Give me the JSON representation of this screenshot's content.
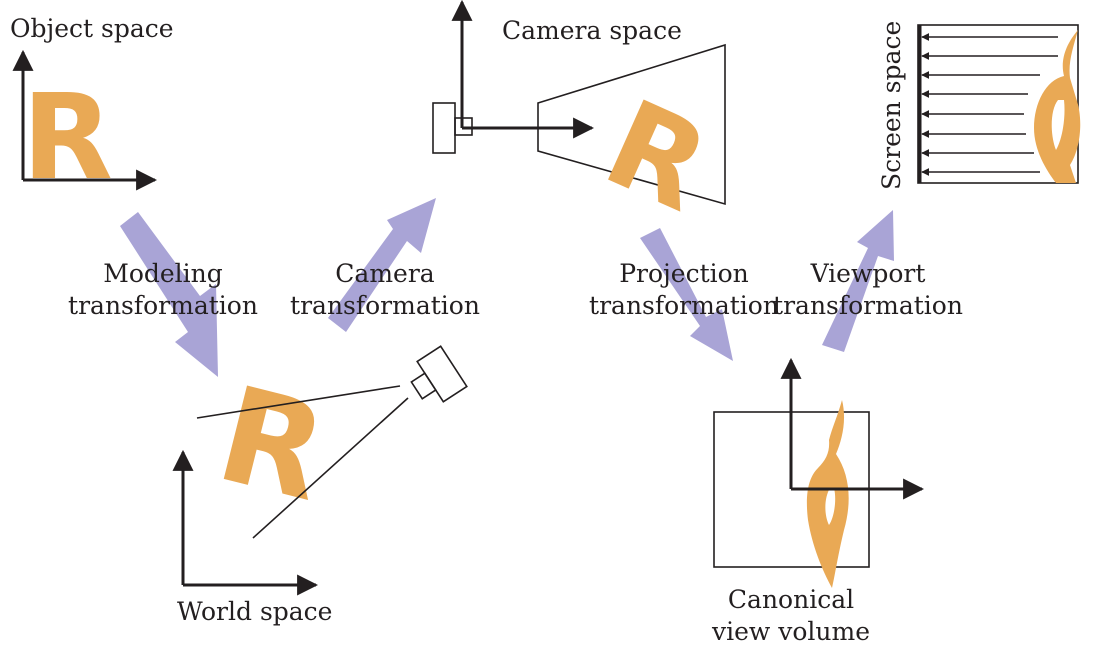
{
  "labels": {
    "object_space": "Object space",
    "camera_space": "Camera space",
    "screen_space": "Screen space",
    "world_space": "World space",
    "canonical_view_volume_line1": "Canonical",
    "canonical_view_volume_line2": "view volume"
  },
  "transformations": {
    "modeling": [
      "Modeling",
      "transformation"
    ],
    "camera": [
      "Camera",
      "transformation"
    ],
    "projection": [
      "Projection",
      "transformation"
    ],
    "viewport": [
      "Viewport",
      "transformation"
    ]
  },
  "glyph": {
    "letter": "R"
  },
  "colors": {
    "glyph_fill": "#e9a955",
    "flow_arrow_fill": "#a9a4d6",
    "ink": "#231f20"
  }
}
